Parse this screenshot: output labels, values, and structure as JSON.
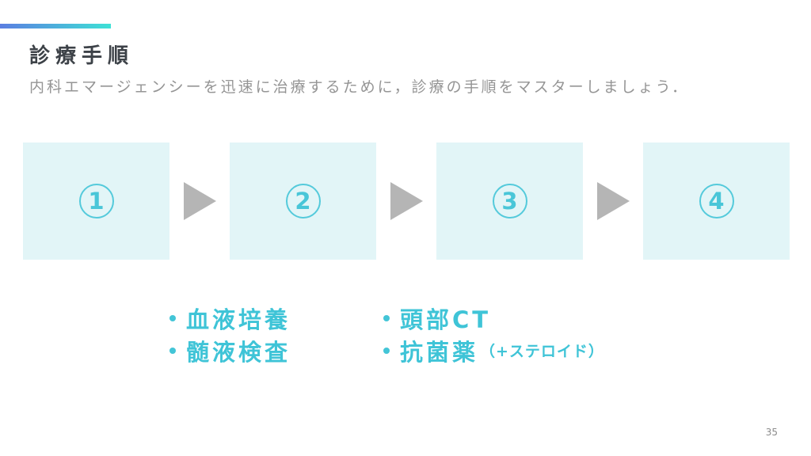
{
  "header": {
    "title": "診療手順",
    "subtitle": "内科エマージェンシーを迅速に治療するために，診療の手順をマスターしましょう．"
  },
  "flow": {
    "steps": [
      {
        "number": "1"
      },
      {
        "number": "2"
      },
      {
        "number": "3"
      },
      {
        "number": "4"
      }
    ],
    "arrow_icon": "right-triangle"
  },
  "lists": [
    {
      "under_step": "2",
      "items": [
        {
          "main": "血液培養",
          "suffix": ""
        },
        {
          "main": "髄液検査",
          "suffix": ""
        }
      ]
    },
    {
      "under_step": "3",
      "items": [
        {
          "main": "頭部CT",
          "suffix": ""
        },
        {
          "main": "抗菌薬",
          "suffix": "（+ステロイド）"
        }
      ]
    }
  ],
  "page_number": "35",
  "colors": {
    "accent_gradient_start": "#5b7ee1",
    "accent_gradient_end": "#3ee1d6",
    "step_box_fill": "#e2f5f7",
    "step_number_teal": "#49c6d8",
    "list_text_teal": "#3fc4d7",
    "arrow_gray": "#b5b5b5",
    "title_color": "#3d4248",
    "subtitle_color": "#959595"
  }
}
